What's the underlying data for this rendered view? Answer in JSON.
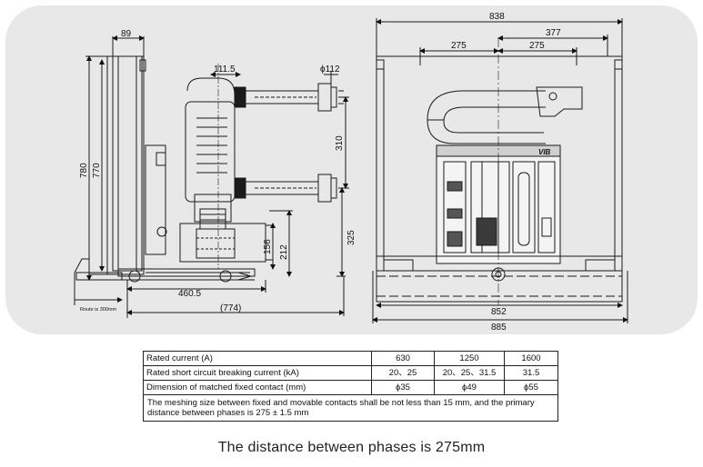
{
  "colors": {
    "panel": "#e8e8e8",
    "line": "#1a1a1a"
  },
  "left_view": {
    "dims": {
      "top_width": "89",
      "arm_width": "111.5",
      "diameter": "ϕ112",
      "pole_spacing": "310",
      "height_outer": "780",
      "height_inner": "770",
      "contact_height": "325",
      "base_156": "156",
      "base_212": "212",
      "depth": "460.5",
      "overall": "(774)",
      "route_note": "Route is 300mm"
    }
  },
  "right_view": {
    "dims": {
      "overall_top": "838",
      "offset": "377",
      "phase_left": "275",
      "phase_right": "275",
      "base_inner": "852",
      "base_outer": "885"
    },
    "brand": "VIB"
  },
  "table": {
    "rows": [
      {
        "label": "Rated current (A)",
        "values": [
          "630",
          "1250",
          "1600"
        ]
      },
      {
        "label": "Rated short circuit breaking current (kA)",
        "values": [
          "20、25",
          "20、25、31.5",
          "31.5"
        ]
      },
      {
        "label": "Dimension of matched fixed contact (mm)",
        "values": [
          "ϕ35",
          "ϕ49",
          "ϕ55"
        ]
      }
    ],
    "note": "The meshing size between fixed and movable contacts shall be not less than 15 mm, and the primary distance between phases is 275 ± 1.5 mm"
  },
  "caption": "The distance between phases is 275mm"
}
